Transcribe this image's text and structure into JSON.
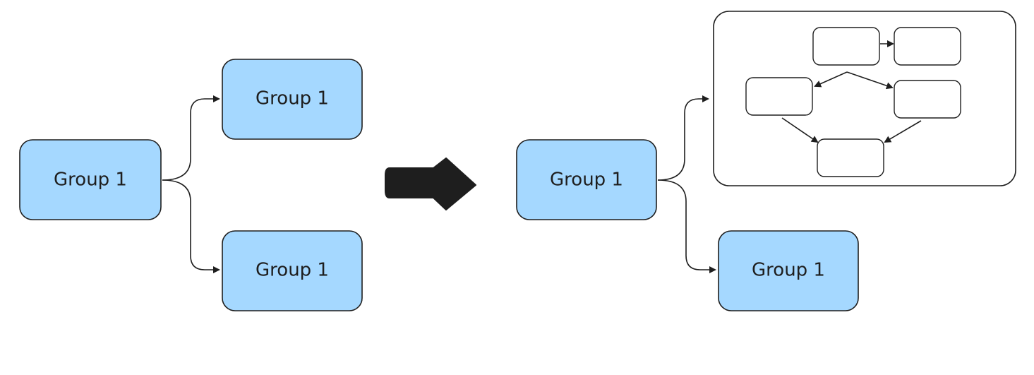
{
  "colors": {
    "node_fill": "#a5d8ff",
    "stroke": "#1e1e1e",
    "background": "#ffffff"
  },
  "left_diagram": {
    "root_label": "Group 1",
    "child_top_label": "Group 1",
    "child_bottom_label": "Group 1"
  },
  "transform_arrow": {
    "icon": "right-arrow-icon"
  },
  "right_diagram": {
    "root_label": "Group 1",
    "child_bottom_label": "Group 1",
    "expanded_group": {
      "sub_node_count_note": "",
      "sub_nodes": [
        "",
        "",
        "",
        "",
        ""
      ]
    }
  }
}
